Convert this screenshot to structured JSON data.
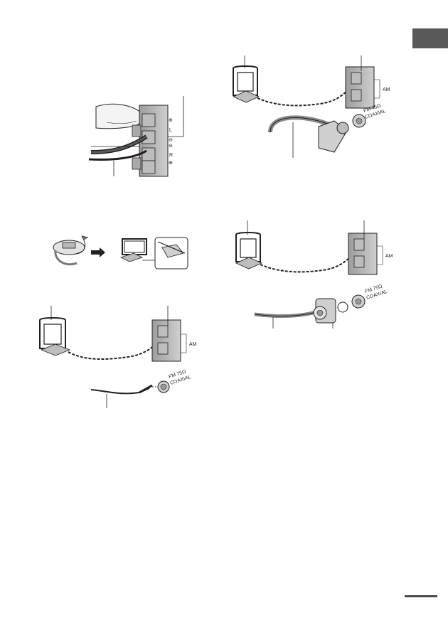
{
  "page": {
    "section_tab_color": "#595959",
    "continued_mark": "continued-rule"
  },
  "labels": {
    "polarity_plus": "⊕",
    "polarity_minus": "⊖",
    "channel_l": "L",
    "channel_r": "R",
    "am": "AM",
    "fm_line1": "FM 75Ω",
    "fm_line2": "COAXIAL"
  }
}
